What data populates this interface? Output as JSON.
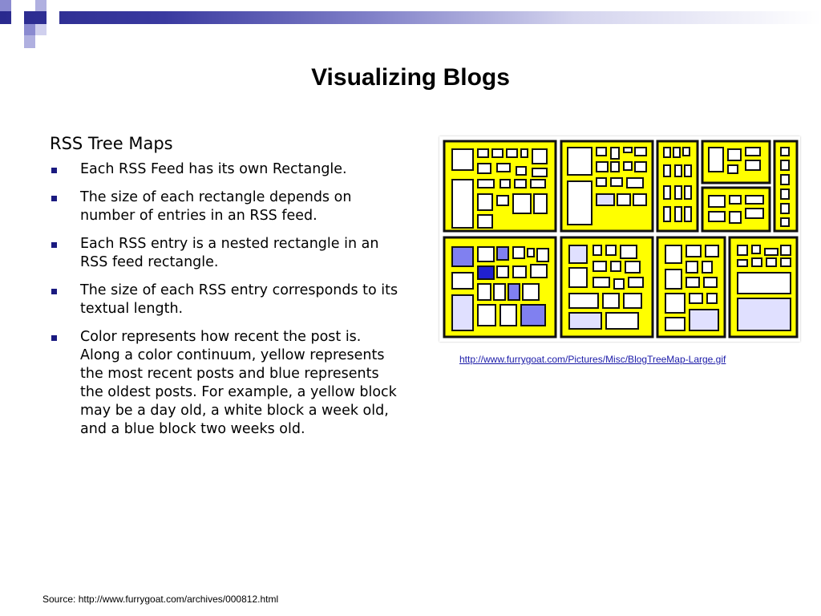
{
  "slide": {
    "title": "Visualizing Blogs",
    "subtitle": "RSS Tree Maps",
    "bullets": [
      "Each RSS Feed has its own Rectangle.",
      "The size of each rectangle depends on number of entries in an RSS feed.",
      "Each RSS entry is a nested rectangle in an RSS feed rectangle.",
      "The size of each RSS entry corresponds to its textual length.",
      "Color represents how recent the post is. Along a color continuum, yellow represents the most recent posts and blue represents the oldest posts. For example, a yellow block may be a day old, a white block a week old, and a blue block two weeks old."
    ],
    "image_link": "http://www.furrygoat.com/Pictures/Misc/BlogTreeMap-Large.gif",
    "source": "Source: http://www.furrygoat.com/archives/000812.html"
  },
  "colors": {
    "header_bar": "#2a2a8e",
    "bullet_marker": "#1a1a80",
    "treemap_yellow": "#ffff00",
    "treemap_border": "#111111",
    "treemap_white": "#ffffff",
    "treemap_light_blue": "#e0e0ff",
    "treemap_mid_blue": "#8080f0",
    "treemap_dark_blue": "#2020d0",
    "link": "#1a1aa8"
  }
}
